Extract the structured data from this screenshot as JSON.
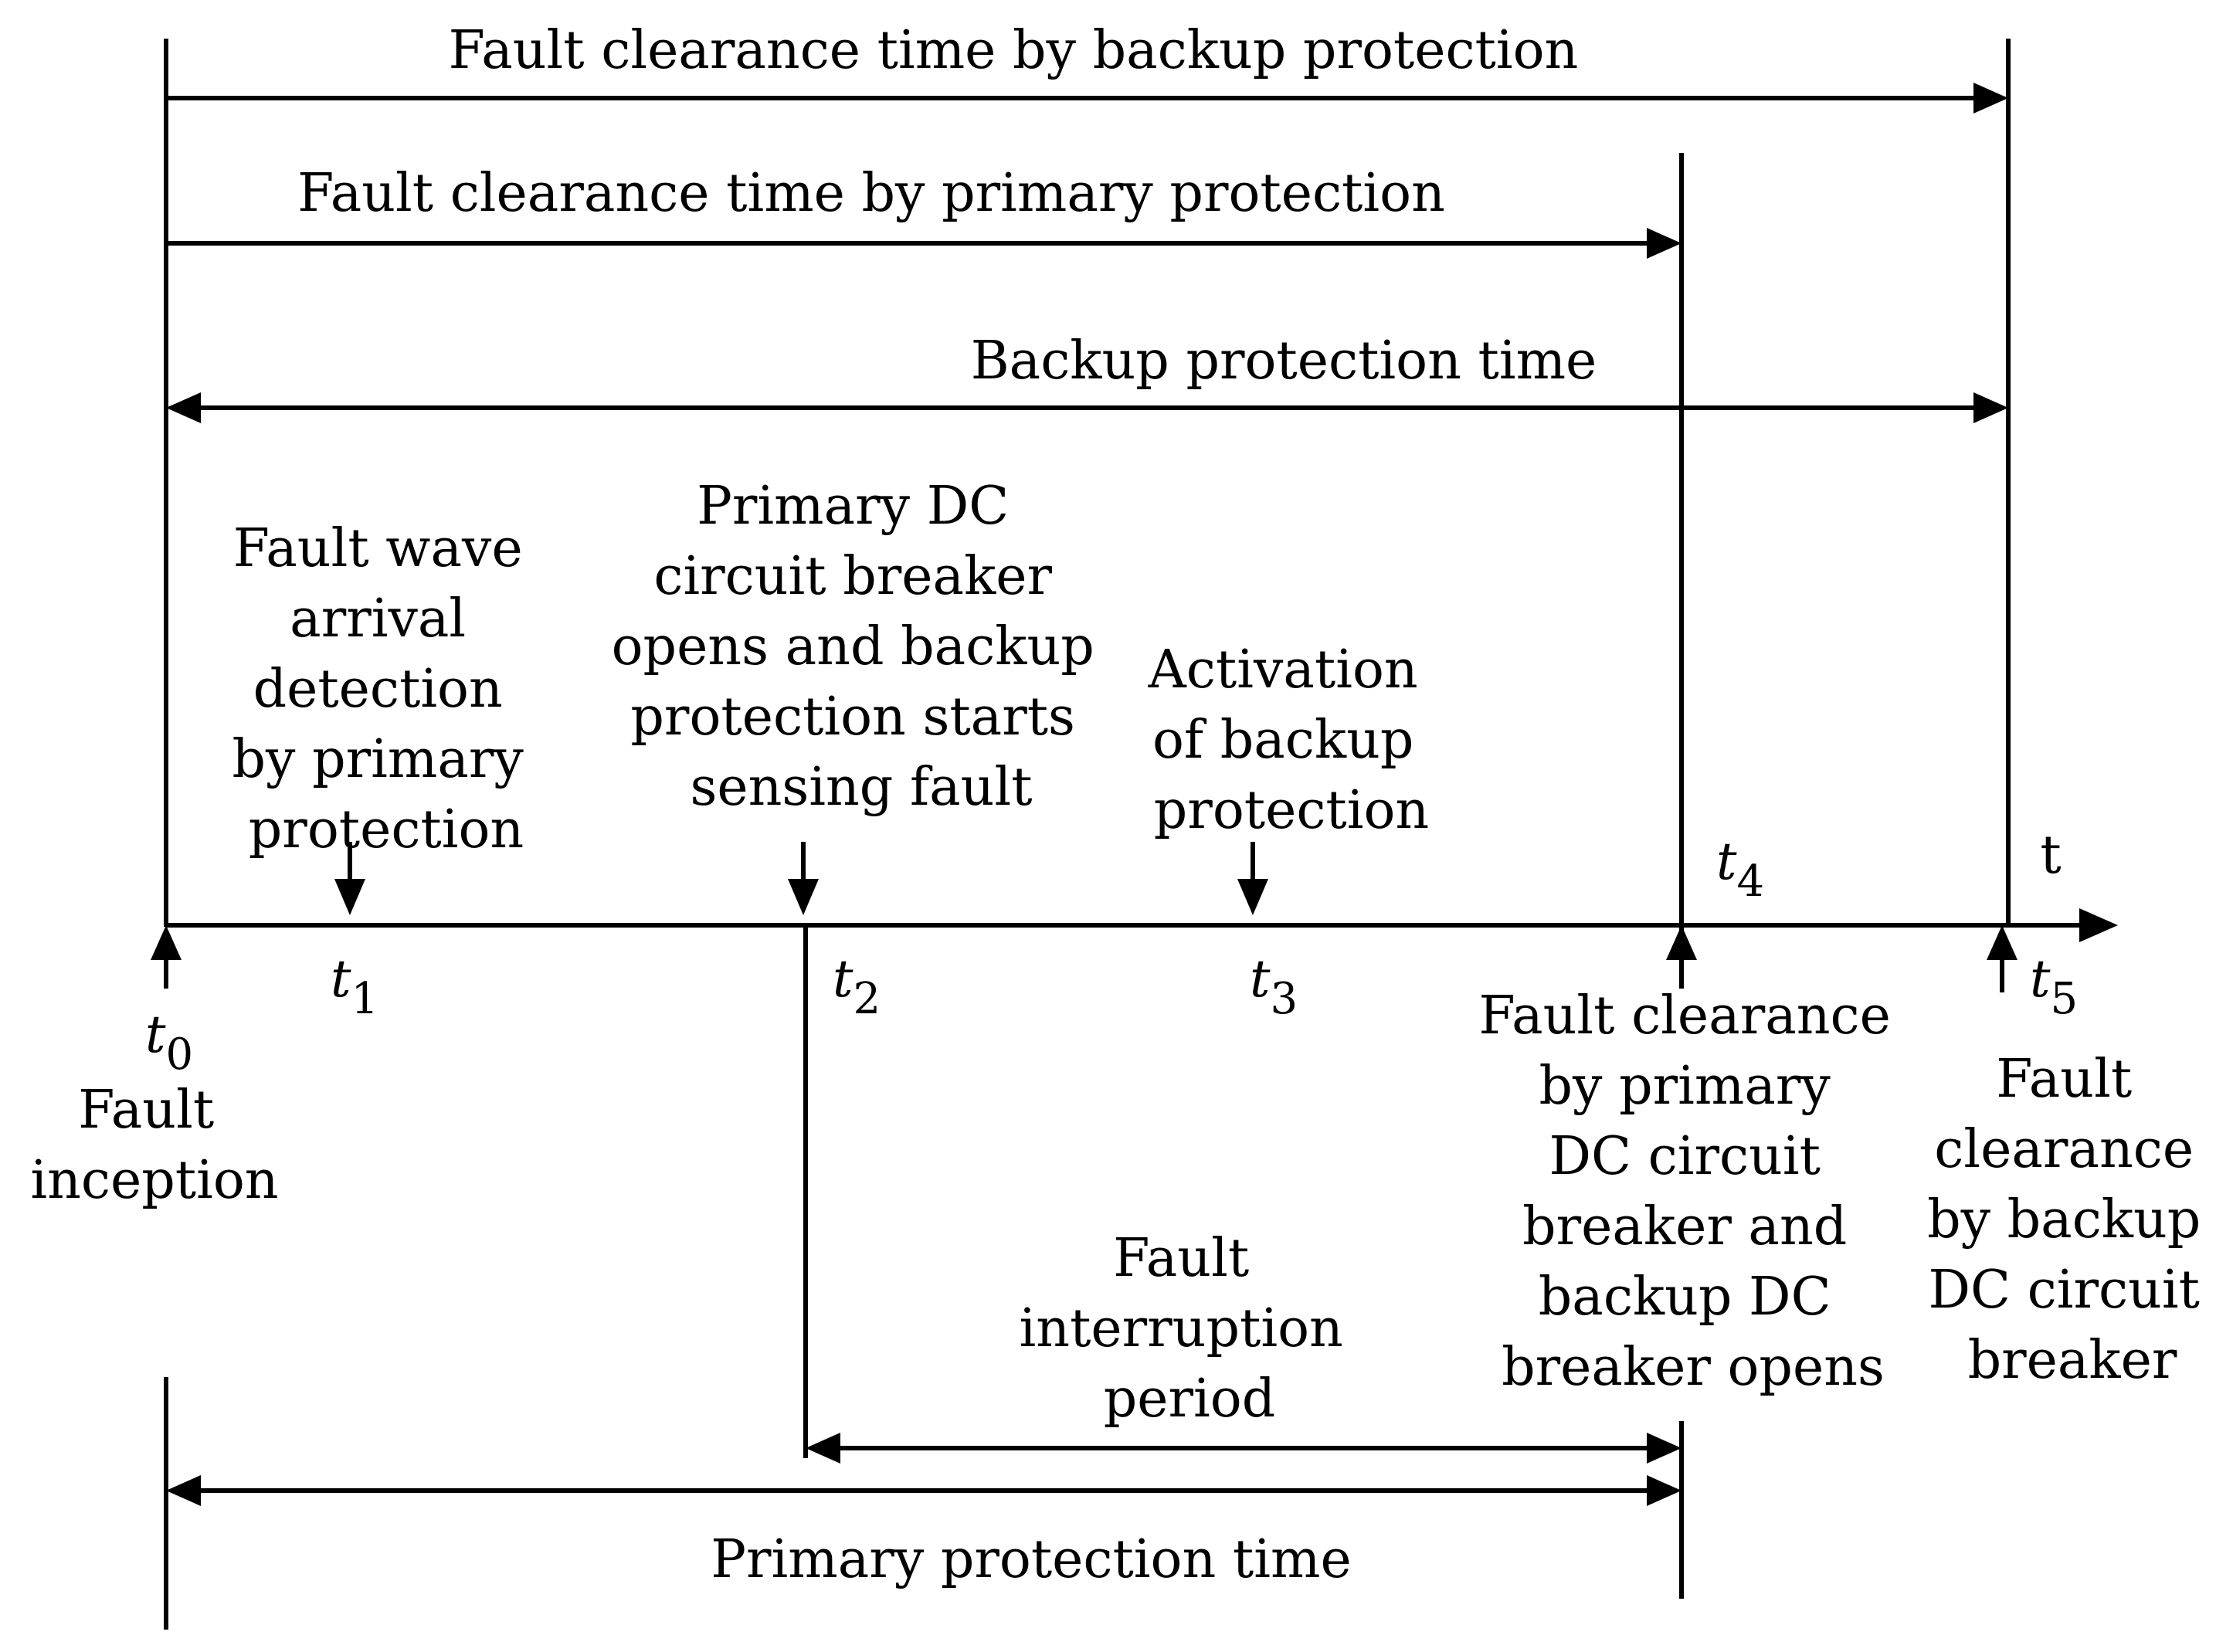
{
  "spans": {
    "backup_clearance": "Fault clearance time by backup protection",
    "primary_clearance": "Fault clearance time by primary protection",
    "backup_time": "Backup protection time",
    "interruption": [
      "Fault",
      "interruption",
      "period"
    ],
    "primary_time": "Primary protection time"
  },
  "axis": {
    "label": "t"
  },
  "events": {
    "t0": {
      "sym": "t",
      "sub": "0",
      "desc": [
        "Fault",
        "inception"
      ]
    },
    "t1": {
      "sym": "t",
      "sub": "1",
      "desc": [
        "Fault wave",
        "arrival",
        "detection",
        "by primary",
        "protection"
      ]
    },
    "t2": {
      "sym": "t",
      "sub": "2",
      "desc": [
        "Primary DC",
        "circuit breaker",
        "opens and backup",
        "protection starts",
        "sensing fault"
      ]
    },
    "t3": {
      "sym": "t",
      "sub": "3",
      "desc": [
        "Activation",
        "of backup",
        "protection"
      ]
    },
    "t4": {
      "sym": "t",
      "sub": "4",
      "desc": [
        "Fault clearance",
        "by primary",
        "DC circuit",
        "breaker and",
        "backup DC",
        "breaker opens"
      ]
    },
    "t5": {
      "sym": "t",
      "sub": "5",
      "desc": [
        "Fault",
        "clearance",
        "by backup",
        "DC circuit",
        "breaker"
      ]
    }
  }
}
